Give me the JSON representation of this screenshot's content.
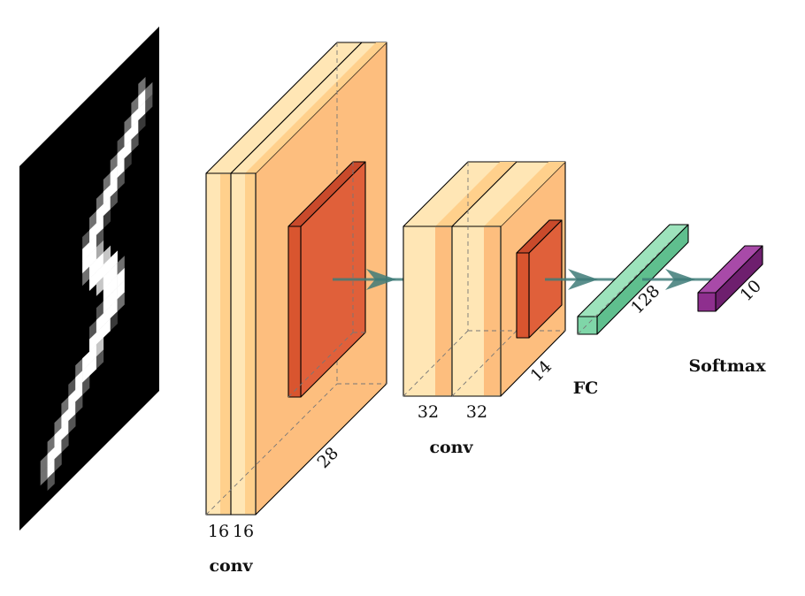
{
  "input_digit": {
    "pixels": [
      "00000000000000000000",
      "00000000000000000000",
      "00000000000000000000",
      "00000000000000000400",
      "00000000000000004940",
      "00000000000000049930",
      "00000000000000399200",
      "00000000000004993000",
      "00000000000049920000",
      "00000000000499300000",
      "00000000004993000000",
      "00000000039920000000",
      "00000000099300000000",
      "00000000099600000000",
      "00000000049970000000",
      "00000000009999000000",
      "00000000000799400000",
      "00000000000099900000",
      "00000000000399900000",
      "00000000003999400000",
      "00000000009992000000",
      "00000000499700000000",
      "00000003999300000000",
      "00000049930000000000",
      "00000499300000000000",
      "00004993000000000000",
      "00049930000000000000",
      "00049300000000000000",
      "00003000000000000000",
      "00000000000000000000"
    ]
  },
  "colors": {
    "conv_light": "#FFE6B5",
    "conv_mid": "#FFD08C",
    "conv_dark": "#FDBE7E",
    "pool_face": "#E0603A",
    "pool_side": "#C94A2B",
    "fc_front": "#7FD6A8",
    "fc_top": "#9DE3BC",
    "fc_side": "#5FBF8E",
    "softmax_front": "#8E2F8E",
    "softmax_top": "#A84AA8",
    "softmax_side": "#6E1F6E",
    "arrow": "#3E7B78"
  },
  "labels": {
    "conv1_depth_a": "16",
    "conv1_depth_b": "16",
    "conv1_size": "28",
    "conv1_name": "conv",
    "conv2_depth_a": "32",
    "conv2_depth_b": "32",
    "conv2_size": "14",
    "conv2_name": "conv",
    "fc_size": "128",
    "fc_name": "FC",
    "softmax_size": "10",
    "softmax_name": "Softmax"
  }
}
